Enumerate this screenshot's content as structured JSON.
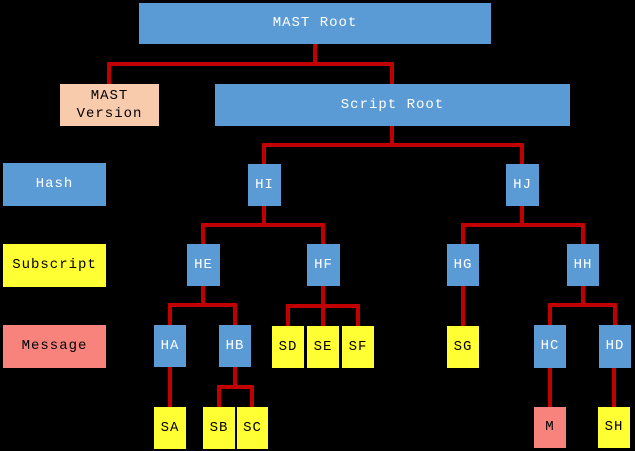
{
  "diagram": {
    "background": "#000000",
    "connector_color": "#c00000",
    "kinds": {
      "root": {
        "bg": "#5b9bd5",
        "fg": "#ffffff"
      },
      "hash": {
        "bg": "#5b9bd5",
        "fg": "#ffffff"
      },
      "subscript": {
        "bg": "#ffff33",
        "fg": "#000000"
      },
      "message": {
        "bg": "#f8837d",
        "fg": "#000000"
      },
      "version": {
        "bg": "#f8cbad",
        "fg": "#000000"
      }
    },
    "legend": [
      {
        "id": "label-hash",
        "label": "Hash",
        "kind": "hash"
      },
      {
        "id": "label-subscript",
        "label": "Subscript",
        "kind": "subscript"
      },
      {
        "id": "label-message",
        "label": "Message",
        "kind": "message"
      }
    ],
    "nodes": [
      {
        "id": "mast-root",
        "label": "MAST Root",
        "kind": "root"
      },
      {
        "id": "mast-version",
        "label": "MAST\nVersion",
        "kind": "version"
      },
      {
        "id": "script-root",
        "label": "Script Root",
        "kind": "root"
      },
      {
        "id": "label-hash",
        "label": "Hash",
        "kind": "hash"
      },
      {
        "id": "label-subscript",
        "label": "Subscript",
        "kind": "subscript"
      },
      {
        "id": "label-message",
        "label": "Message",
        "kind": "message"
      },
      {
        "id": "hi",
        "label": "HI",
        "kind": "hash"
      },
      {
        "id": "hj",
        "label": "HJ",
        "kind": "hash"
      },
      {
        "id": "he",
        "label": "HE",
        "kind": "hash"
      },
      {
        "id": "hf",
        "label": "HF",
        "kind": "hash"
      },
      {
        "id": "hg",
        "label": "HG",
        "kind": "hash"
      },
      {
        "id": "hh",
        "label": "HH",
        "kind": "hash"
      },
      {
        "id": "ha",
        "label": "HA",
        "kind": "hash"
      },
      {
        "id": "hb",
        "label": "HB",
        "kind": "hash"
      },
      {
        "id": "sd",
        "label": "SD",
        "kind": "subscript"
      },
      {
        "id": "se",
        "label": "SE",
        "kind": "subscript"
      },
      {
        "id": "sf",
        "label": "SF",
        "kind": "subscript"
      },
      {
        "id": "sg",
        "label": "SG",
        "kind": "subscript"
      },
      {
        "id": "hc",
        "label": "HC",
        "kind": "hash"
      },
      {
        "id": "hd",
        "label": "HD",
        "kind": "hash"
      },
      {
        "id": "sa",
        "label": "SA",
        "kind": "subscript"
      },
      {
        "id": "sb",
        "label": "SB",
        "kind": "subscript"
      },
      {
        "id": "sc",
        "label": "SC",
        "kind": "subscript"
      },
      {
        "id": "m",
        "label": "M",
        "kind": "message"
      },
      {
        "id": "sh",
        "label": "SH",
        "kind": "subscript"
      }
    ],
    "edges": [
      [
        "mast-root",
        "mast-version"
      ],
      [
        "mast-root",
        "script-root"
      ],
      [
        "script-root",
        "hi"
      ],
      [
        "script-root",
        "hj"
      ],
      [
        "hi",
        "he"
      ],
      [
        "hi",
        "hf"
      ],
      [
        "hj",
        "hg"
      ],
      [
        "hj",
        "hh"
      ],
      [
        "he",
        "ha"
      ],
      [
        "he",
        "hb"
      ],
      [
        "hf",
        "sd"
      ],
      [
        "hf",
        "se"
      ],
      [
        "hf",
        "sf"
      ],
      [
        "hg",
        "sg"
      ],
      [
        "hh",
        "hc"
      ],
      [
        "hh",
        "hd"
      ],
      [
        "ha",
        "sa"
      ],
      [
        "hb",
        "sb"
      ],
      [
        "hb",
        "sc"
      ],
      [
        "hc",
        "m"
      ],
      [
        "hd",
        "sh"
      ]
    ]
  }
}
